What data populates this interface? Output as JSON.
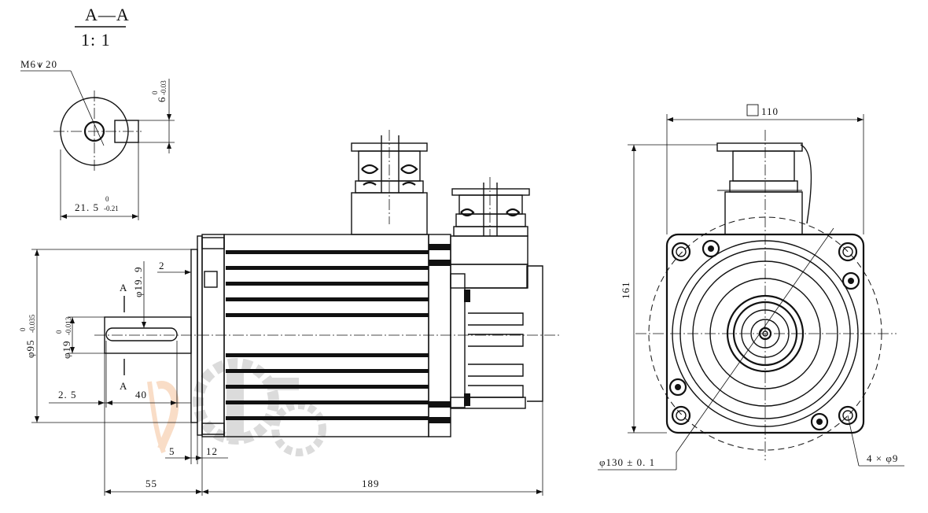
{
  "section": {
    "title": "A—A",
    "scale": "1: 1",
    "thread_label": "M6",
    "thread_depth": "20",
    "keyway_width": "6",
    "keyway_tol_upper": "0",
    "keyway_tol_lower": "-0.03",
    "keyway_depth": "21. 5",
    "keyway_depth_tol_upper": "0",
    "keyway_depth_tol_lower": "-0.21"
  },
  "side_view": {
    "section_marker": "A",
    "flange_step": "2",
    "key_dia": "φ19. 9",
    "shaft_dia": "φ19",
    "shaft_tol_upper": "0",
    "shaft_tol_lower": "-0.013",
    "spigot_dia": "φ95",
    "spigot_tol_upper": "0",
    "spigot_tol_lower": "-0.035",
    "shaft_offset": "2. 5",
    "key_length": "40",
    "spigot_len": "5",
    "flange_thk": "12",
    "shaft_len": "55",
    "body_len": "189"
  },
  "front_view": {
    "flange_size_prefix": "□",
    "flange_size": "110",
    "height": "161",
    "pcd": "φ130 ± 0. 1",
    "holes": "4 × φ9"
  },
  "watermark": {
    "colors": {
      "orange": "#f0a060",
      "gray": "#9a9a9a"
    }
  }
}
